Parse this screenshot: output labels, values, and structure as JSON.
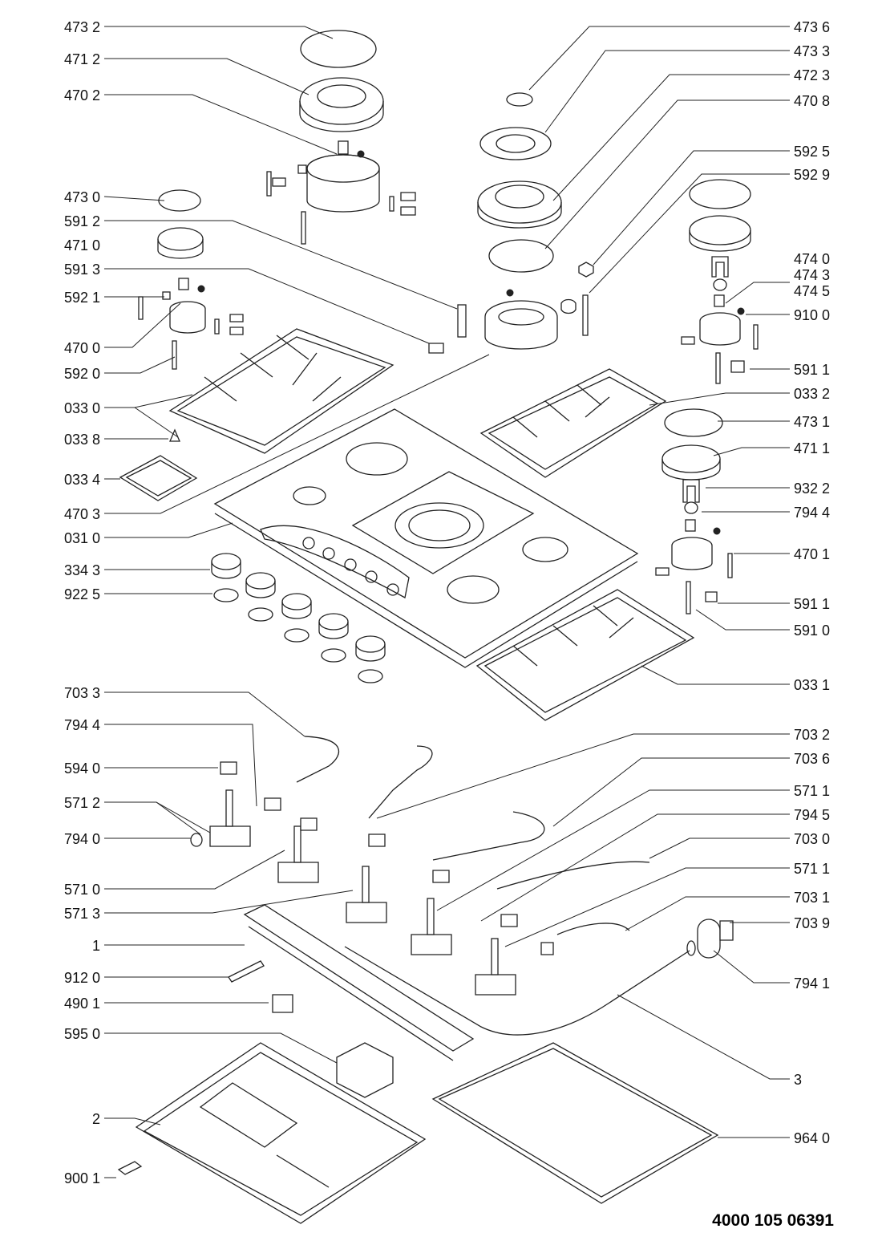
{
  "diagram": {
    "document_code": "4000 105 06391",
    "labels_left": [
      "473 2",
      "471 2",
      "470 2",
      "473 0",
      "591 2",
      "471 0",
      "591 3",
      "592 1",
      "470 0",
      "592 0",
      "033 0",
      "033 8",
      "033 4",
      "470 3",
      "031 0",
      "334 3",
      "922 5",
      "703 3",
      "794 4",
      "594 0",
      "571 2",
      "794 0",
      "571 0",
      "571 3",
      "1",
      "912 0",
      "490 1",
      "595 0",
      "2",
      "900 1"
    ],
    "labels_right": [
      "473 6",
      "473 3",
      "472 3",
      "470 8",
      "592 5",
      "592 9",
      "474 0",
      "474 3",
      "474 5",
      "910 0",
      "591 1",
      "033 2",
      "473 1",
      "471 1",
      "932 2",
      "794 4",
      "470 1",
      "591 1",
      "591 0",
      "033 1",
      "703 2",
      "703 6",
      "571 1",
      "794 5",
      "703 0",
      "571 1",
      "703 1",
      "703 9",
      "794 1",
      "3",
      "964 0"
    ]
  }
}
